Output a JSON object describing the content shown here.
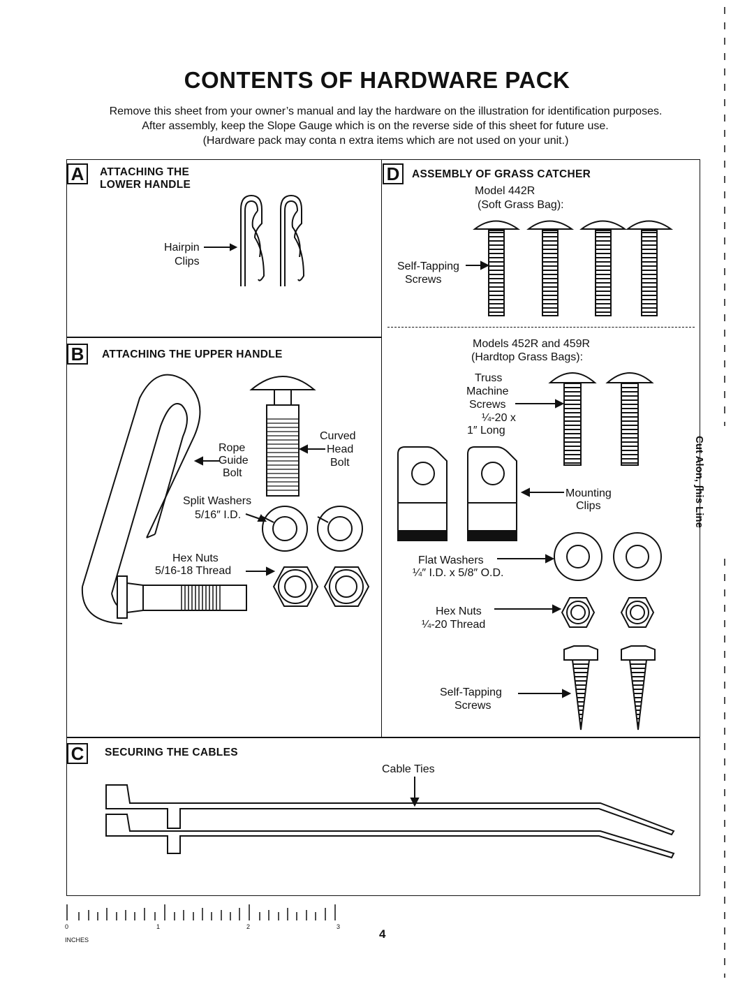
{
  "page": {
    "title": "CONTENTS OF HARDWARE PACK",
    "intro": [
      "Remove this sheet from your owner’s manual and lay the hardware on the illustration for identification purposes.",
      "After assembly, keep the Slope Gauge which is on the reverse side of this sheet for future use.",
      "(Hardware pack may conta n extra items which are not used on your unit.)"
    ],
    "page_number": "4",
    "cut_line": "Cut Alon, ʃhis Line"
  },
  "sections": {
    "a": {
      "letter": "A",
      "title": [
        "ATTACHING THE",
        "LOWER HANDLE"
      ],
      "labels": {
        "hairpin": "Hairpin",
        "clips": "Clips"
      }
    },
    "b": {
      "letter": "B",
      "title": "ATTACHING THE UPPER HANDLE",
      "labels": {
        "rope": "Rope",
        "guide": "Guide",
        "bolt": "Bolt",
        "curved": "Curved",
        "head": "Head",
        "bolt2": "Bolt",
        "split": "Split Washers",
        "split_size": "5/16″ I.D.",
        "hex": "Hex Nuts",
        "hex_thread": "5/16-18 Thread"
      }
    },
    "c": {
      "letter": "C",
      "title": "SECURING THE CABLES",
      "labels": {
        "cable_ties": "Cable Ties"
      }
    },
    "d": {
      "letter": "D",
      "title": "ASSEMBLY OF GRASS CATCHER",
      "model1": "Model 442R",
      "model1_sub": "(Soft Grass Bag):",
      "self_tapping": "Self-Tapping",
      "screws": "Screws",
      "model2": "Models 452R and 459R",
      "model2_sub": "(Hardtop Grass Bags):",
      "truss": "Truss",
      "machine": "Machine",
      "truss_screws": "Screws",
      "truss_size": "¼-20 x",
      "truss_len": "1″ Long",
      "mounting": "Mounting",
      "mounting_clips": "Clips",
      "flat": "Flat Washers",
      "flat_size": "¼″ I.D. x 5/8″ O.D.",
      "hex": "Hex Nuts",
      "hex_thread": "¼-20 Thread",
      "self_tapping2": "Self-Tapping",
      "screws2": "Screws"
    }
  },
  "ruler": {
    "unit": "INCHES",
    "numbers": [
      "0",
      "1",
      "2",
      "3"
    ]
  }
}
